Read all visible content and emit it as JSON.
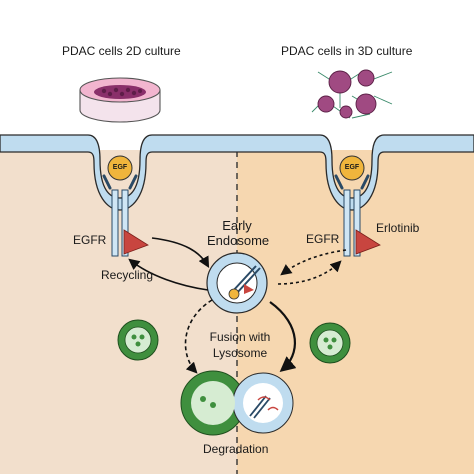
{
  "headers": {
    "left": "PDAC cells 2D culture",
    "right": "PDAC cells in 3D culture"
  },
  "labels": {
    "egf": "EGF",
    "egfr": "EGFR",
    "erlotinib": "Erlotinib",
    "early_endosome": [
      "Early",
      "Endosome"
    ],
    "recycling": "Recycling",
    "fusion": [
      "Fusion with",
      "Lysosome"
    ],
    "degradation": "Degradation"
  },
  "colors": {
    "cytoplasm_left": "#f2dfcc",
    "cytoplasm_right": "#f6d7b0",
    "membrane": "#bfdcef",
    "membrane_outline": "#2a2a2a",
    "egf": "#f0b53c",
    "erlotinib": "#c8453f",
    "lysosome": "#3f8f3e",
    "lysosome_inner": "#d6ecd2",
    "dish_cells": "#8a2f6a",
    "dish_medium": "#f2b5cf"
  }
}
